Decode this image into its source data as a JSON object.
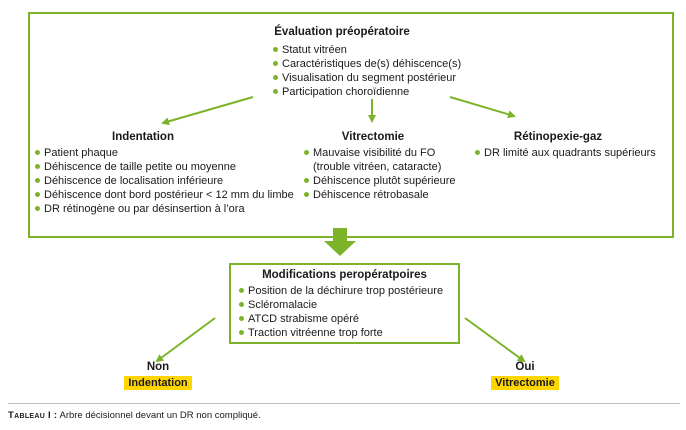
{
  "evaluation": {
    "title": "Évaluation préopératoire",
    "items": [
      "Statut vitréen",
      "Caractéristiques de(s) déhiscence(s)",
      "Visualisation du segment postérieur",
      "Participation choroïdienne"
    ]
  },
  "indentation": {
    "title": "Indentation",
    "items": [
      "Patient phaque",
      "Déhiscence de taille petite ou moyenne",
      "Déhiscence de localisation inférieure",
      "Déhiscence dont bord postérieur < 12 mm du limbe",
      "DR rétinogène ou par désinsertion à l’ora"
    ]
  },
  "vitrectomie": {
    "title": "Vitrectomie",
    "items": [
      "Mauvaise visibilité du FO (trouble vitréen, cataracte)",
      "Déhiscence plutôt supérieure",
      "Déhiscence rétrobasale"
    ]
  },
  "retinopexie": {
    "title": "Rétinopexie-gaz",
    "items": [
      "DR limité aux quadrants supérieurs"
    ]
  },
  "modifications": {
    "title": "Modifications peropératpoires",
    "items": [
      "Position de la déchirure trop postérieure",
      "Scléromalacie",
      "ATCD strabisme opéré",
      "Traction vitréenne trop forte"
    ]
  },
  "outcome_no": {
    "label": "Non",
    "result": "Indentation"
  },
  "outcome_yes": {
    "label": "Oui",
    "result": "Vitrectomie"
  },
  "caption": {
    "label": "Tableau I :",
    "text": "Arbre décisionnel devant un DR non compliqué."
  },
  "colors": {
    "accent": "#7cb32a",
    "highlight": "#ffd600"
  }
}
